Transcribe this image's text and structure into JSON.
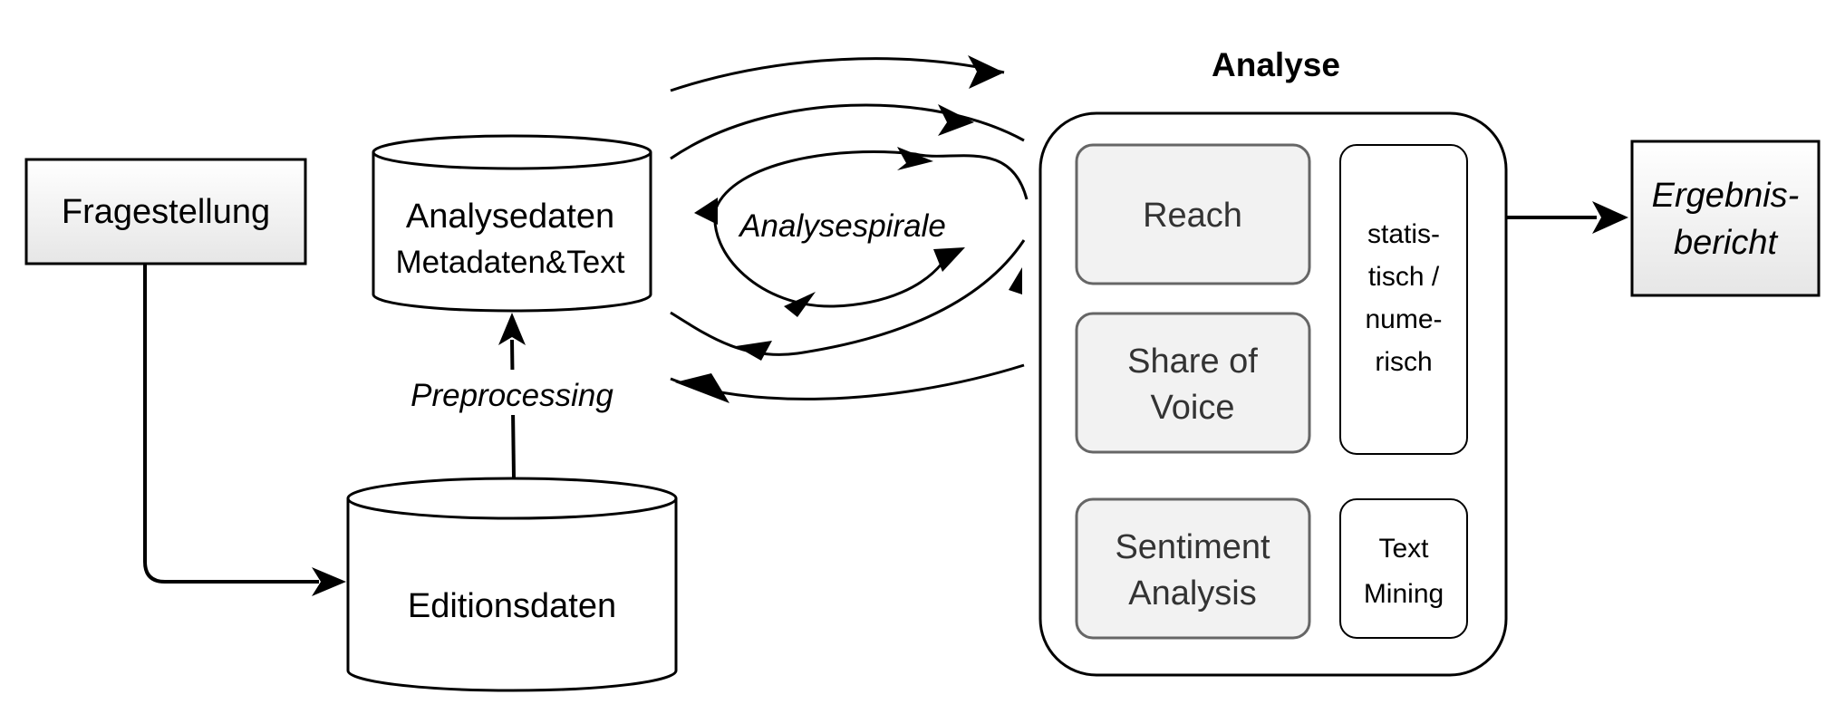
{
  "title": "Analyse",
  "fragestellung": {
    "label": "Fragestellung"
  },
  "analysedaten": {
    "line1": "Analysedaten",
    "line2": "Metadaten&Text"
  },
  "editionsdaten": {
    "label": "Editionsdaten"
  },
  "preprocessing": {
    "label": "Preprocessing"
  },
  "spiral": {
    "label": "Analysespirale"
  },
  "methods": {
    "reach": {
      "label": "Reach"
    },
    "share": {
      "line1": "Share of",
      "line2": "Voice"
    },
    "sentiment": {
      "line1": "Sentiment",
      "line2": "Analysis"
    }
  },
  "types": {
    "statistical": {
      "line1": "statis-",
      "line2": "tisch /",
      "line3": "nume-",
      "line4": "risch"
    },
    "textmining": {
      "line1": "Text",
      "line2": "Mining"
    }
  },
  "ergebnisbericht": {
    "line1": "Ergebnis-",
    "line2": "bericht"
  },
  "colors": {
    "stroke": "#000000",
    "method_fill": "#f2f2f2",
    "method_stroke": "#666666",
    "text_gray": "#333333"
  }
}
